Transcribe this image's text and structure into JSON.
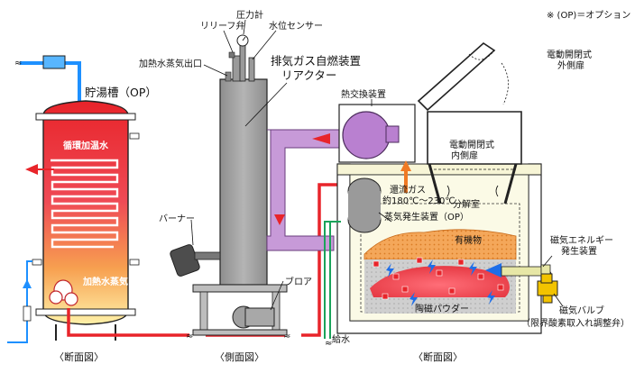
{
  "note": "※ (OP)＝オプション",
  "labels": {
    "pressure_gauge": "圧力計",
    "relief_valve": "リリーフ弁",
    "water_level_sensor": "水位センサー",
    "steam_outlet": "加熱水蒸気出口",
    "exhaust_reactor_line1": "排気ガス自燃装置",
    "exhaust_reactor_line2": "リアクター",
    "hot_water_tank": "貯湯槽（OP）",
    "heat_exchanger": "熱交換装置",
    "electric_outer_door_line1": "電動開閉式",
    "electric_outer_door_line2": "外側扉",
    "electric_inner_door_line1": "電動開閉式",
    "electric_inner_door_line2": "内側扉",
    "reflux_gas_line1": "還流ガス",
    "reflux_gas_line2": "約180℃～230℃",
    "decomposition_chamber": "分解室",
    "steam_generator": "蒸気発生装置（OP）",
    "burner": "バーナー",
    "blower": "ブロア",
    "circulating_water": "循環加温水",
    "heated_steam": "加熱水蒸気",
    "magnetic_energy_line1": "磁気エネルギー",
    "magnetic_energy_line2": "発生装置",
    "magnetic_valve_line1": "磁気バルブ",
    "magnetic_valve_line2": "（限界酸素取入れ調整弁）",
    "water_supply": "給水",
    "organic_matter": "有機物",
    "ceramic_powder": "陶磁パウダー",
    "section_left": "〈断面図〉",
    "section_middle": "〈側面図〉",
    "section_right": "〈断面図〉"
  },
  "colors": {
    "pipe_red": "#e8242a",
    "pipe_blue": "#1e90ff",
    "pipe_green": "#1aa35a",
    "reactor_gray": "#a8a8a8",
    "duct_purple": "#c79ad8",
    "arrow_orange": "#f07a24",
    "organic_orange": "#f5a960",
    "ceramic_gray": "#c8c8c8",
    "valve_yellow": "#f2c300",
    "tank_gradient_top": "#e8242a",
    "tank_gradient_bottom": "#ffe89a"
  }
}
